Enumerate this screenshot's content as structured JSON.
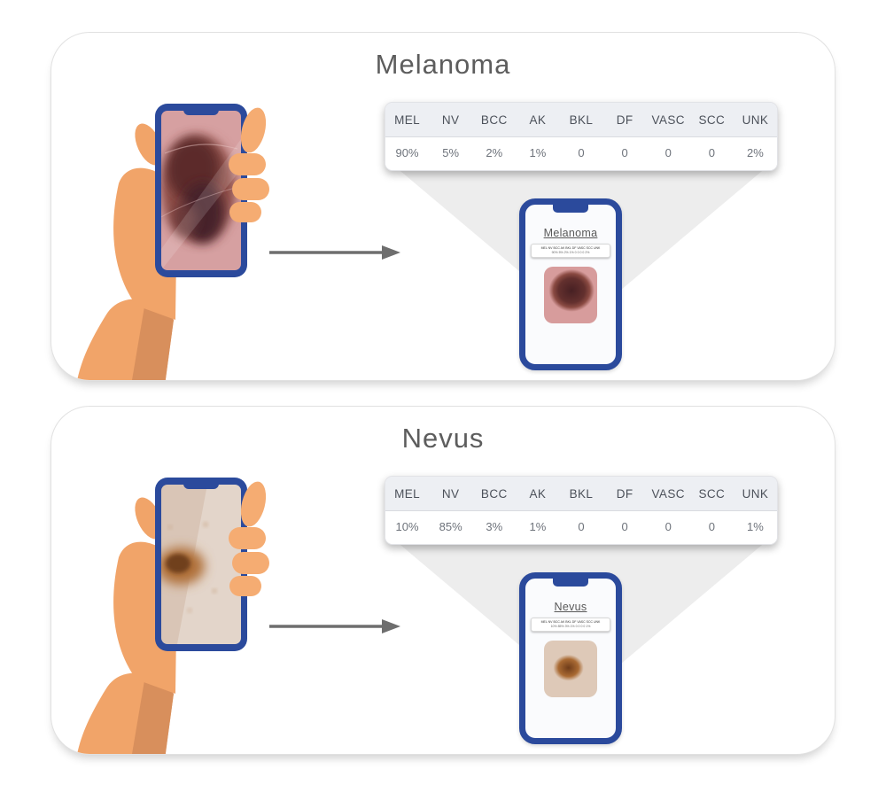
{
  "figure": {
    "panels": [
      {
        "title": "Melanoma",
        "phone_result_label": "Melanoma",
        "table": {
          "headers": [
            "MEL",
            "NV",
            "BCC",
            "AK",
            "BKL",
            "DF",
            "VASC",
            "SCC",
            "UNK"
          ],
          "values": [
            "90%",
            "5%",
            "2%",
            "1%",
            "0",
            "0",
            "0",
            "0",
            "2%"
          ]
        }
      },
      {
        "title": "Nevus",
        "phone_result_label": "Nevus",
        "table": {
          "headers": [
            "MEL",
            "NV",
            "BCC",
            "AK",
            "BKL",
            "DF",
            "VASC",
            "SCC",
            "UNK"
          ],
          "values": [
            "10%",
            "85%",
            "3%",
            "1%",
            "0",
            "0",
            "0",
            "0",
            "1%"
          ]
        }
      }
    ],
    "colors": {
      "phone_frame": "#2b4a9c",
      "hand_skin": "#f1a469",
      "hand_skin_shade": "#d88f5c",
      "hand_skin_light": "#f5ac72",
      "table_header_bg": "#edeff3",
      "funnel_gray": "#ededed",
      "arrow_gray": "#6e6e6e",
      "melanoma_skin": "#d6a0a1",
      "melanoma_lesion_dark": "#46222a",
      "nevus_skin": "#d9c5b6",
      "nevus_lesion_dark": "#70401d"
    }
  }
}
